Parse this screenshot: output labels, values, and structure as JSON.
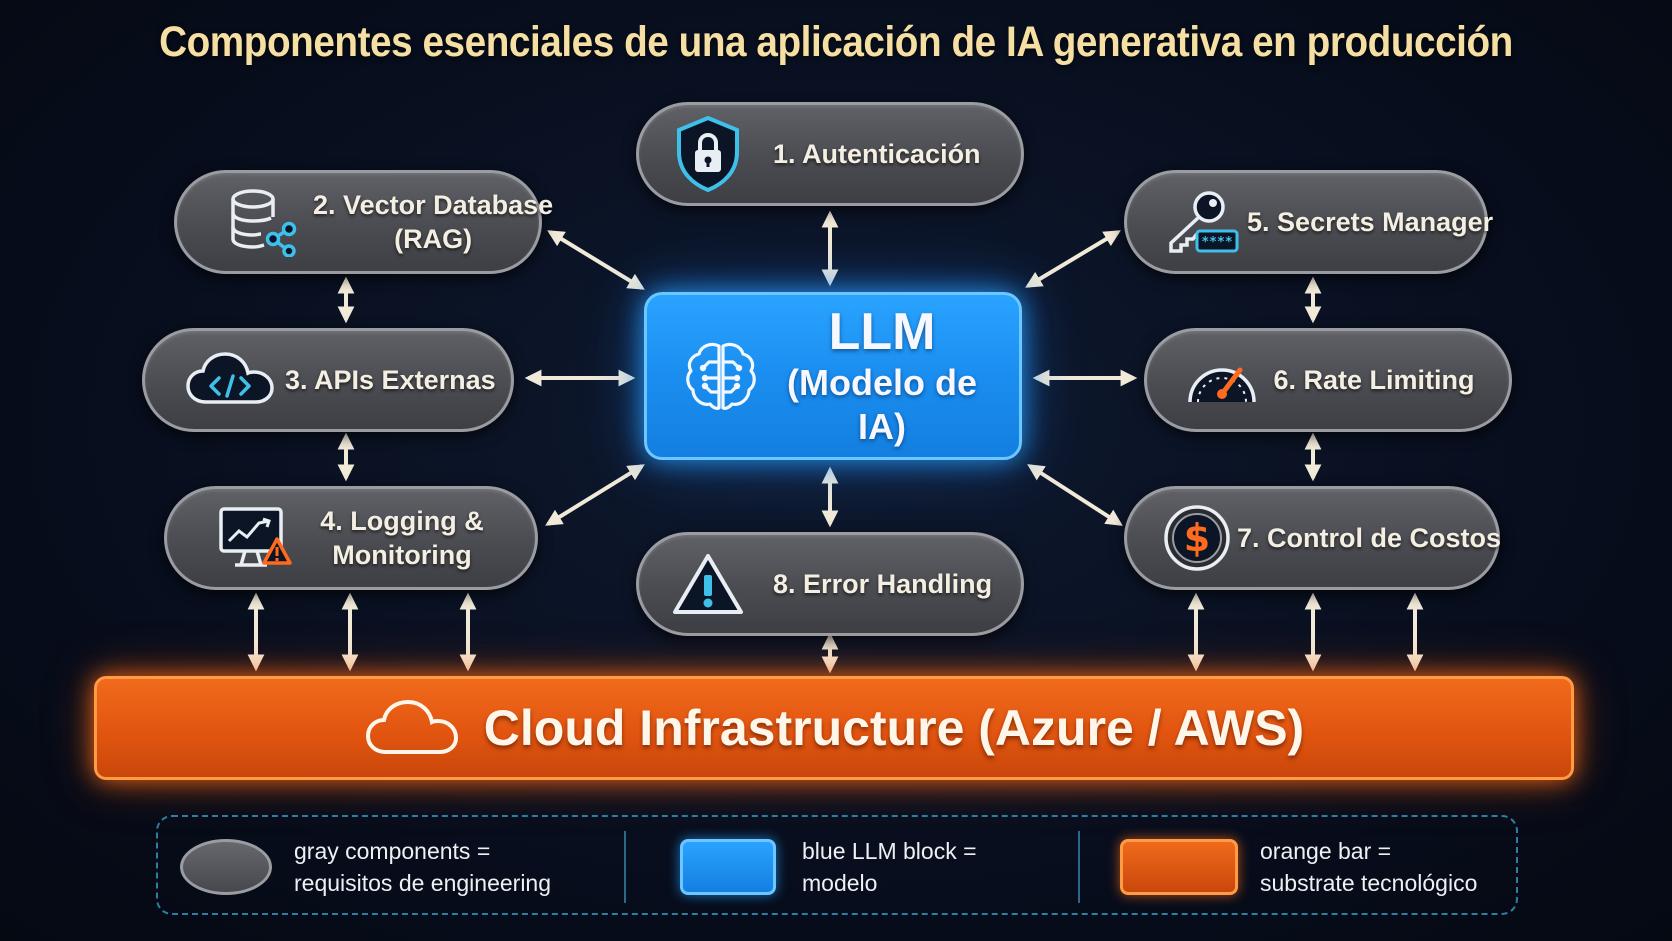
{
  "title": "Componentes esenciales de una aplicación de IA generativa en producción",
  "center": {
    "line1": "LLM",
    "line2": "(Modelo de IA)",
    "icon": "brain-circuit-icon"
  },
  "components": [
    {
      "id": "auth",
      "number": "1.",
      "line1": "Autenticación",
      "line2": "",
      "icon": "shield-lock-icon"
    },
    {
      "id": "vector-db",
      "number": "2.",
      "line1": "Vector Database",
      "line2": "(RAG)",
      "icon": "database-share-icon"
    },
    {
      "id": "apis",
      "number": "3.",
      "line1": "APIs Externas",
      "line2": "",
      "icon": "cloud-code-icon"
    },
    {
      "id": "logging",
      "number": "4.",
      "line1": "Logging &",
      "line2": "Monitoring",
      "icon": "monitor-chart-warning-icon"
    },
    {
      "id": "secrets",
      "number": "5.",
      "line1": "Secrets Manager",
      "line2": "",
      "icon": "key-password-icon"
    },
    {
      "id": "rate",
      "number": "6.",
      "line1": "Rate Limiting",
      "line2": "",
      "icon": "speedometer-icon"
    },
    {
      "id": "costs",
      "number": "7.",
      "line1": "Control de Costos",
      "line2": "",
      "icon": "dollar-coin-icon"
    },
    {
      "id": "errors",
      "number": "8.",
      "line1": "Error Handling",
      "line2": "",
      "icon": "warning-triangle-icon"
    }
  ],
  "infrastructure": {
    "label": "Cloud Infrastructure (Azure / AWS)",
    "icon": "cloud-outline-icon"
  },
  "legend": [
    {
      "swatch": "gray",
      "text": "gray components =\nrequisitos de engineering"
    },
    {
      "swatch": "blue",
      "text": "blue LLM block =\nmodelo"
    },
    {
      "swatch": "orange",
      "text": "orange bar =\nsubstrate tecnológico"
    }
  ],
  "colors": {
    "gray": "#4a4c51",
    "blue": "#1a8ef0",
    "orange": "#e25510",
    "title": "#f6dfa2",
    "arrow": "#f2ead8"
  }
}
